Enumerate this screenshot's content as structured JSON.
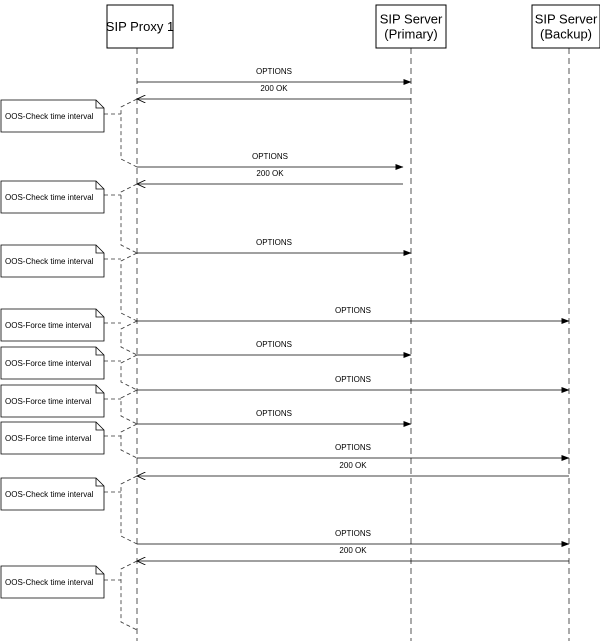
{
  "participants": [
    {
      "id": "proxy",
      "lines": [
        "SIP Proxy 1"
      ]
    },
    {
      "id": "primary",
      "lines": [
        "SIP Server",
        "(Primary)"
      ]
    },
    {
      "id": "backup",
      "lines": [
        "SIP Server",
        "(Backup)"
      ]
    }
  ],
  "messages": [
    {
      "from": "proxy",
      "to": "primary",
      "label": "OPTIONS"
    },
    {
      "from": "primary",
      "to": "proxy",
      "label": "200 OK"
    },
    {
      "from": "proxy",
      "to": "primary",
      "label": "OPTIONS"
    },
    {
      "from": "primary",
      "to": "proxy",
      "label": "200 OK"
    },
    {
      "from": "proxy",
      "to": "primary",
      "label": "OPTIONS"
    },
    {
      "from": "proxy",
      "to": "backup",
      "label": "OPTIONS"
    },
    {
      "from": "proxy",
      "to": "primary",
      "label": "OPTIONS"
    },
    {
      "from": "proxy",
      "to": "backup",
      "label": "OPTIONS"
    },
    {
      "from": "proxy",
      "to": "primary",
      "label": "OPTIONS"
    },
    {
      "from": "proxy",
      "to": "backup",
      "label": "OPTIONS"
    },
    {
      "from": "backup",
      "to": "proxy",
      "label": "200 OK"
    },
    {
      "from": "proxy",
      "to": "backup",
      "label": "OPTIONS"
    },
    {
      "from": "backup",
      "to": "proxy",
      "label": "200 OK"
    }
  ],
  "notes": [
    {
      "text": "OOS-Check time interval"
    },
    {
      "text": "OOS-Check time interval"
    },
    {
      "text": "OOS-Check time interval"
    },
    {
      "text": "OOS-Force time interval"
    },
    {
      "text": "OOS-Force time interval"
    },
    {
      "text": "OOS-Force time interval"
    },
    {
      "text": "OOS-Force time interval"
    },
    {
      "text": "OOS-Check time interval"
    },
    {
      "text": "OOS-Check time interval"
    }
  ]
}
